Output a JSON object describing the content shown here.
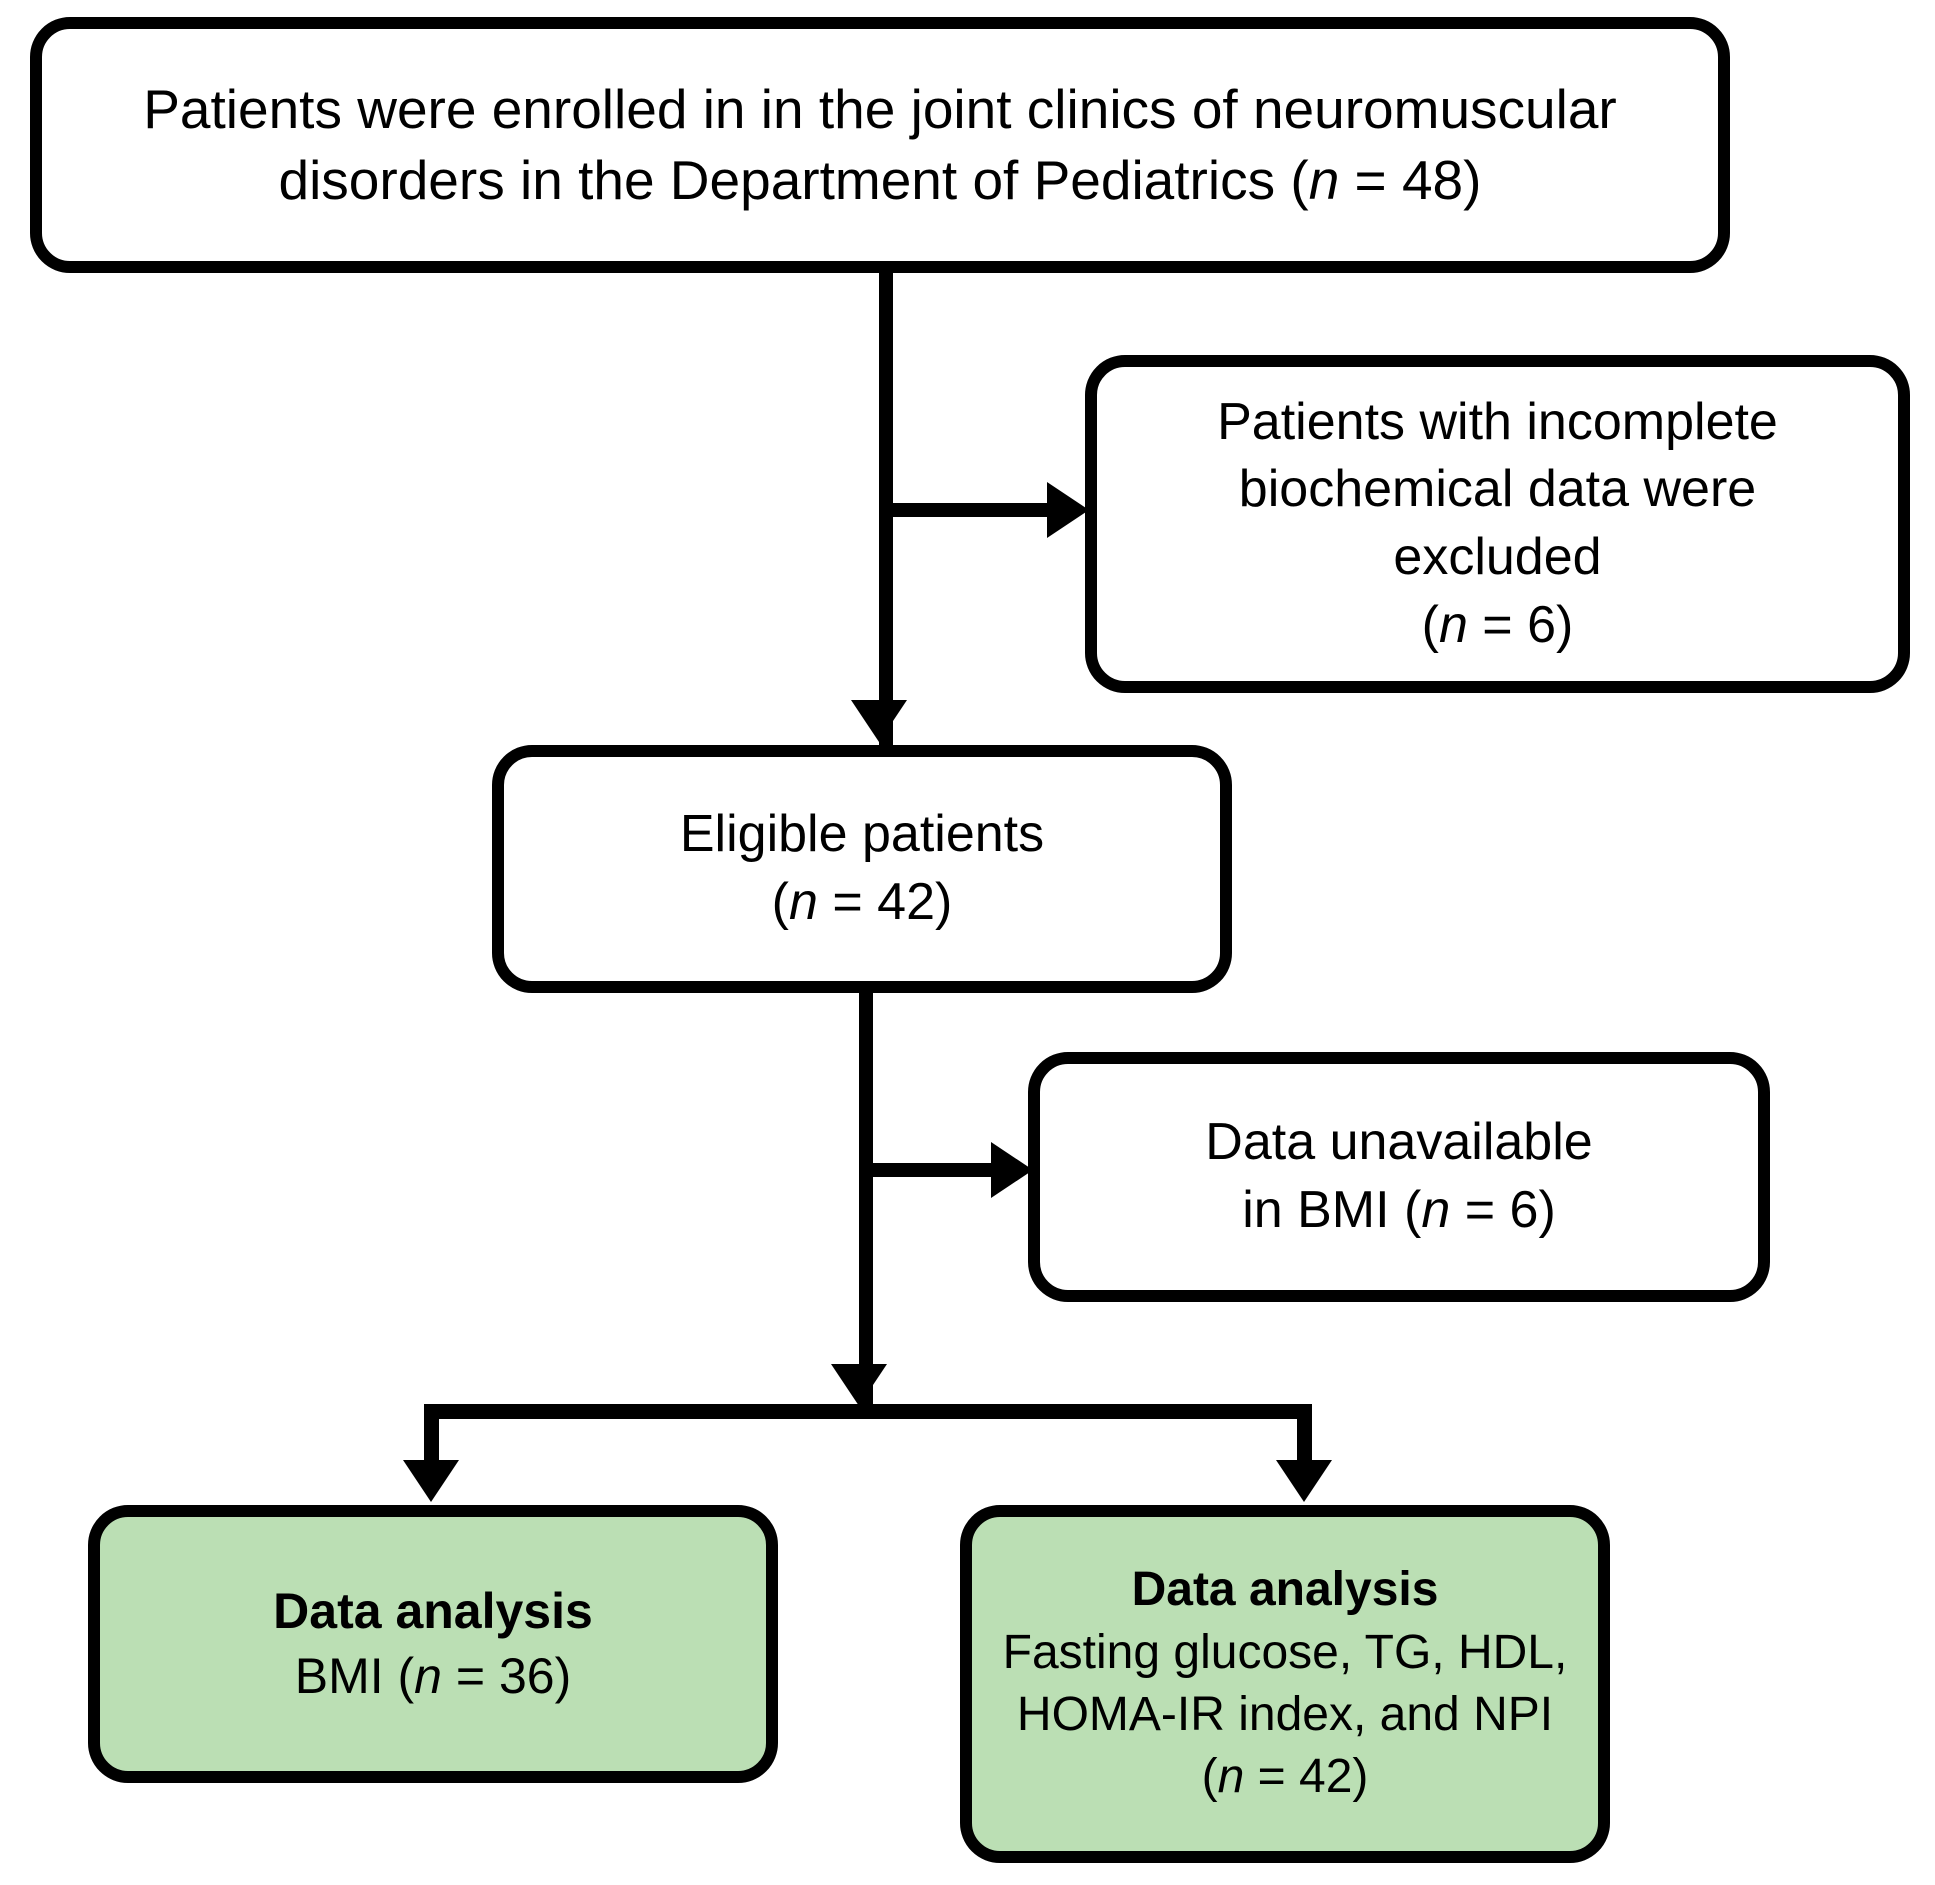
{
  "diagram": {
    "title": "Patient enrollment and analysis flow diagram",
    "colors": {
      "node_fill": "#FFFFFF",
      "highlight_fill": "#BBDFB4",
      "stroke": "#000000"
    },
    "nodes": {
      "enrolled": {
        "line1": "Patients were enrolled in in the joint clinics of neuromuscular",
        "line2_pre": "disorders in the Department of Pediatrics (",
        "line2_n": "n",
        "line2_post": " = 48)"
      },
      "excluded": {
        "line1": "Patients with incomplete",
        "line2": "biochemical data were",
        "line3": "excluded",
        "line4_pre": "(",
        "line4_n": "n",
        "line4_post": " = 6)"
      },
      "eligible": {
        "line1": "Eligible patients",
        "line2_pre": "(",
        "line2_n": "n",
        "line2_post": " = 42)"
      },
      "unavailable": {
        "line1": "Data unavailable",
        "line2_pre": "in BMI (",
        "line2_n": "n",
        "line2_post": " = 6)"
      },
      "analysis_bmi": {
        "heading": "Data analysis",
        "line2_pre": "BMI (",
        "line2_n": "n",
        "line2_post": " = 36)"
      },
      "analysis_lab": {
        "heading": "Data analysis",
        "line2": "Fasting glucose, TG, HDL,",
        "line3": "HOMA-IR index, and NPI",
        "line4_pre": "(",
        "line4_n": "n",
        "line4_post": " = 42)"
      }
    },
    "connectors": [
      {
        "name": "enrolled-to-eligible",
        "type": "arrow-down"
      },
      {
        "name": "enrolled-to-excluded",
        "type": "arrow-right"
      },
      {
        "name": "eligible-to-split",
        "type": "arrow-down"
      },
      {
        "name": "eligible-to-unavailable",
        "type": "arrow-right"
      },
      {
        "name": "split-to-analysis-bmi",
        "type": "arrow-down"
      },
      {
        "name": "split-to-analysis-lab",
        "type": "arrow-down"
      }
    ]
  }
}
